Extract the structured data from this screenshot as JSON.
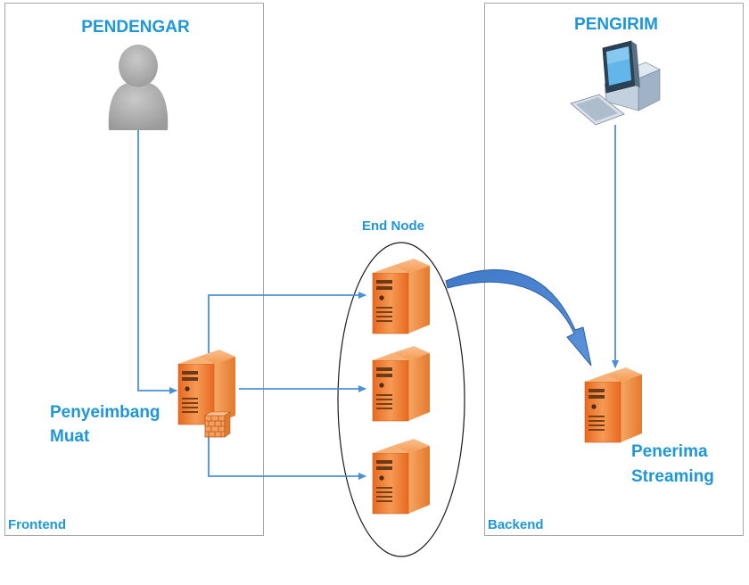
{
  "frontend": {
    "box_label": "Frontend",
    "listener_title": "PENDENGAR",
    "load_balancer_label": [
      "Penyeimbang",
      "Muat"
    ]
  },
  "end_node": {
    "title": "End Node",
    "server_count": 3
  },
  "backend": {
    "box_label": "Backend",
    "sender_title": "PENGIRIM",
    "receiver_label": [
      "Penerima",
      "Streaming"
    ]
  },
  "colors": {
    "label_blue": "#1e96d8",
    "connector_blue": "#4a90d9",
    "server_orange": "#f08a3c",
    "server_dark": "#c85a14",
    "person_gray": "#a6a6a6",
    "box_border": "#a6a6a6"
  },
  "icons": {
    "listener": "person-icon",
    "sender": "desktop-computer-icon",
    "server": "server-tower-icon",
    "firewall": "firewall-icon"
  }
}
